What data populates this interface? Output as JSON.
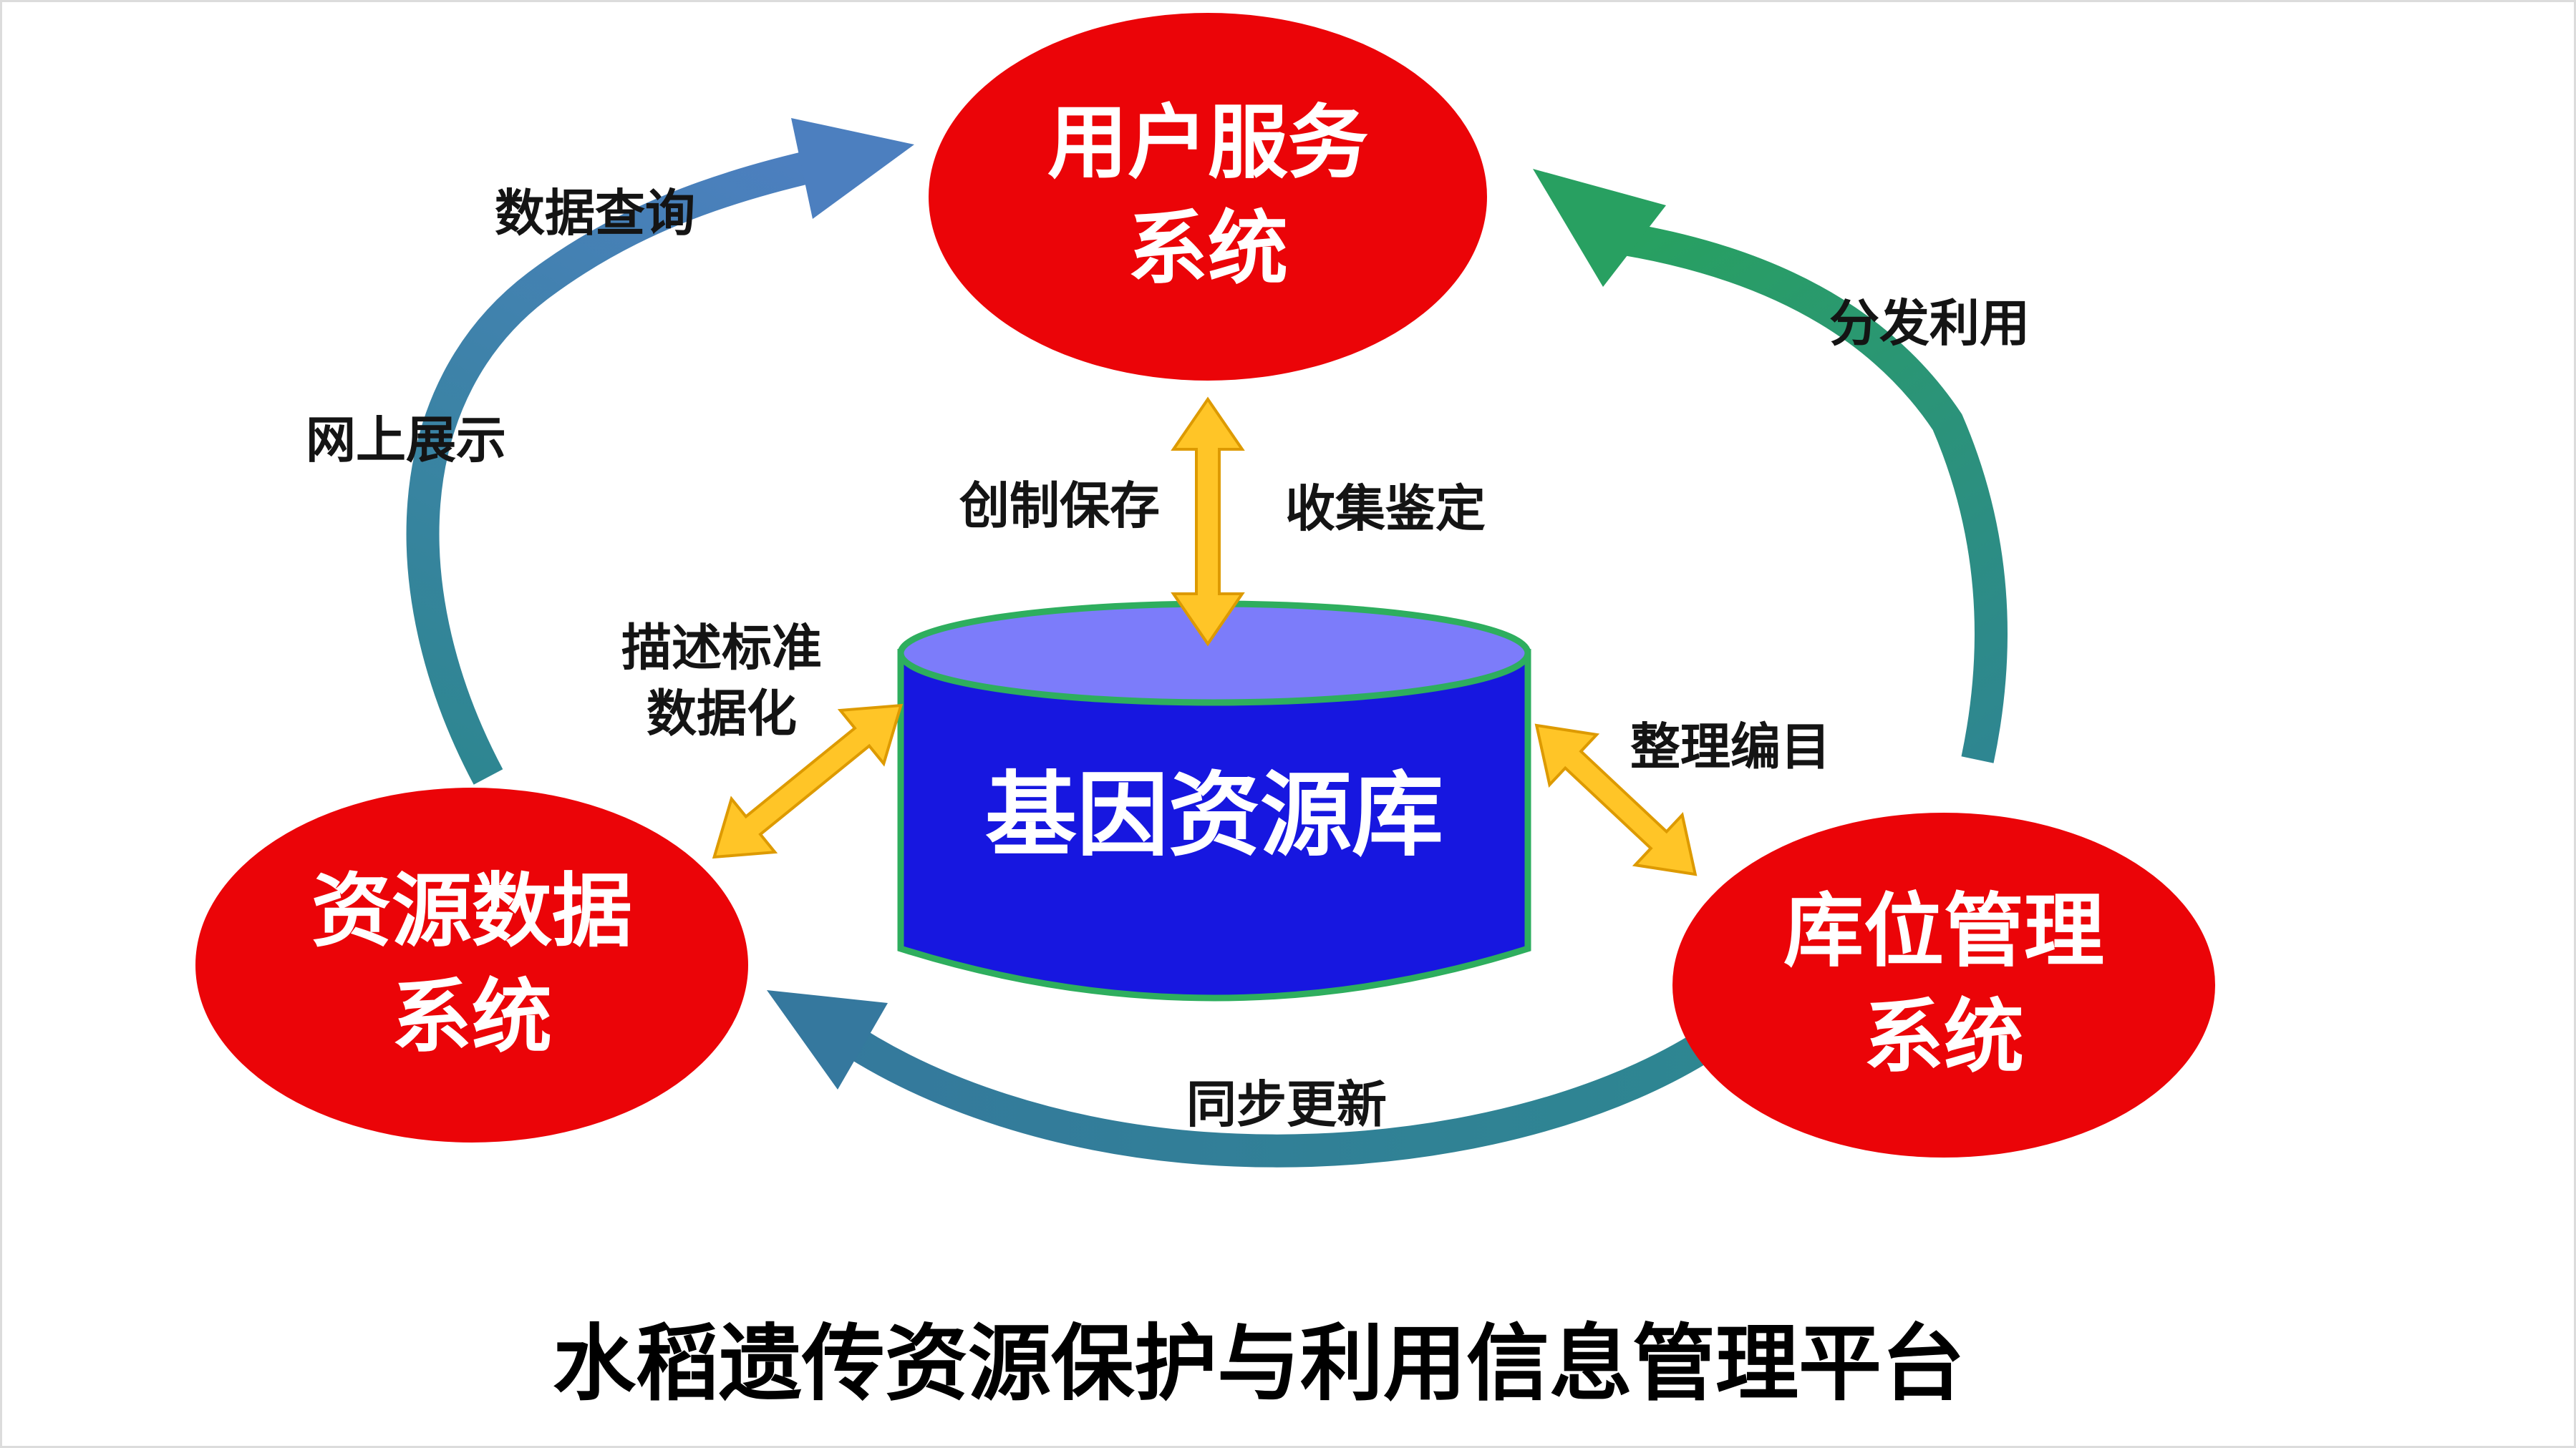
{
  "title": "水稻遗传资源保护与利用信息管理平台",
  "nodes": {
    "user_service": {
      "line1": "用户服务",
      "line2": "系统"
    },
    "resource_data": {
      "line1": "资源数据",
      "line2": "系统"
    },
    "storage_management": {
      "line1": "库位管理",
      "line2": "系统"
    },
    "gene_bank": {
      "label": "基因资源库"
    }
  },
  "edges": {
    "data_query": "数据查询",
    "online_display": "网上展示",
    "distribution_use": "分发利用",
    "creation_preservation": "创制保存",
    "collection_identification": "收集鉴定",
    "description_standard_line1": "描述标准",
    "description_standard_line2": "数据化",
    "cataloging": "整理编目",
    "sync_update": "同步更新"
  },
  "colors": {
    "node-red": "#EB0408",
    "node-text": "#FFFFFF",
    "cylinder-body": "#1717E0",
    "cylinder-top": "#7C7CFA",
    "cylinder-border": "#2EAE5E",
    "arrow-gold": "#FFC527",
    "arrow-gold-border": "#DD9A00",
    "arc-blue": "#4C7FBF",
    "arc-teal": "#2E8691",
    "arc-green": "#28A061",
    "arc-teal2": "#35789E",
    "label-black": "#141414",
    "title-black": "#000000"
  }
}
